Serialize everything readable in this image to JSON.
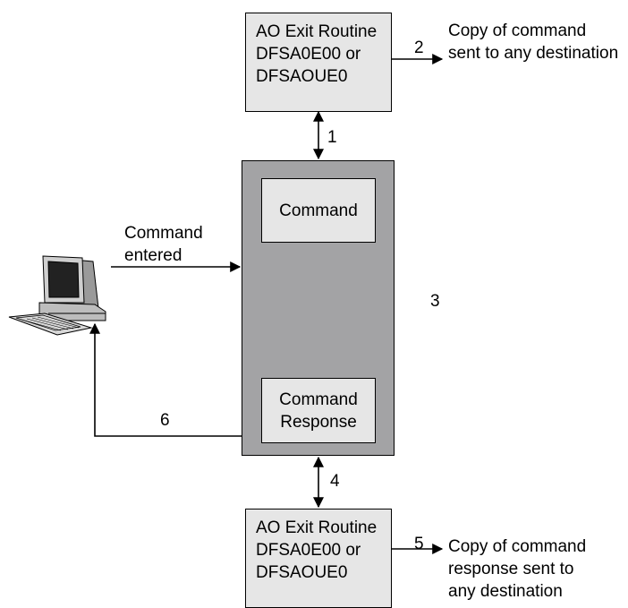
{
  "exit_top": {
    "lines": [
      "AO Exit Routine",
      "DFSA0E00 or",
      "DFSAOUE0"
    ]
  },
  "exit_bottom": {
    "lines": [
      "AO Exit Routine",
      "DFSA0E00 or",
      "DFSAOUE0"
    ]
  },
  "ims_region": {
    "command_label": "Command",
    "response_lines": [
      "Command",
      "Response"
    ]
  },
  "labels": {
    "command_entered": [
      "Command",
      "entered"
    ],
    "step1": "1",
    "step2": "2",
    "step3": "3",
    "step4": "4",
    "step5": "5",
    "step6": "6",
    "copy_command": [
      "Copy of command",
      "sent to any destination"
    ],
    "copy_response": [
      "Copy of command",
      "response sent to",
      "any destination"
    ]
  },
  "icons": {
    "terminal": "computer-terminal-icon"
  }
}
